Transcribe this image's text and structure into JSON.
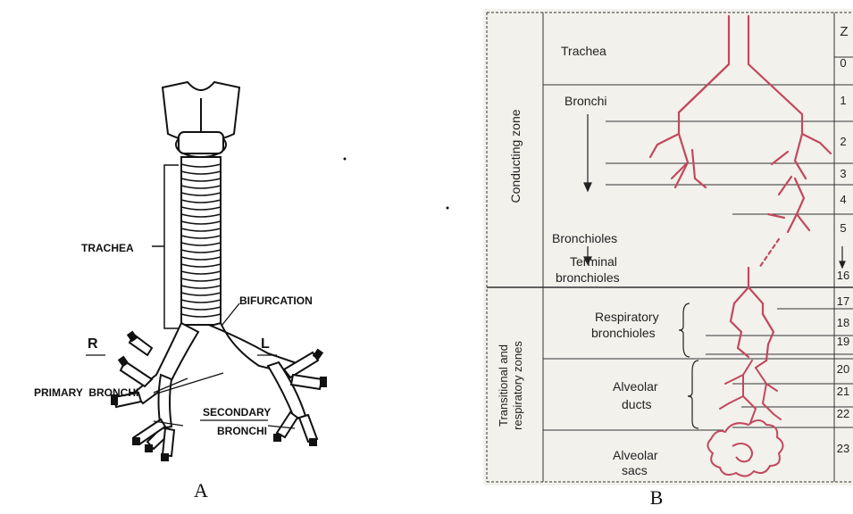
{
  "panel_a": {
    "caption": "A",
    "labels": {
      "trachea": "TRACHEA",
      "bifurcation": "BIFURCATION",
      "right": "R",
      "left": "L",
      "primary_bronchi": "PRIMARY  BRONCHI",
      "secondary": "SECONDARY",
      "secondary_bronchi": "BRONCHI"
    }
  },
  "panel_b": {
    "caption": "B",
    "z_header": "Z",
    "zone_conducting": "Conducting zone",
    "zone_respiratory_line1": "Transitional and",
    "zone_respiratory_line2": "respiratory zones",
    "structures": {
      "trachea": "Trachea",
      "bronchi": "Bronchi",
      "bronchioles": "Bronchioles",
      "terminal_1": "Terminal",
      "terminal_2": "bronchioles",
      "respiratory_1": "Respiratory",
      "respiratory_2": "bronchioles",
      "ducts_1": "Alveolar",
      "ducts_2": "ducts",
      "sacs_1": "Alveolar",
      "sacs_2": "sacs"
    },
    "generations": [
      "0",
      "1",
      "2",
      "3",
      "4",
      "5",
      "16",
      "17",
      "18",
      "19",
      "20",
      "21",
      "22",
      "23"
    ],
    "colors": {
      "tree": "#c2485e",
      "grid": "#333333",
      "background": "#f2f1ec"
    }
  }
}
